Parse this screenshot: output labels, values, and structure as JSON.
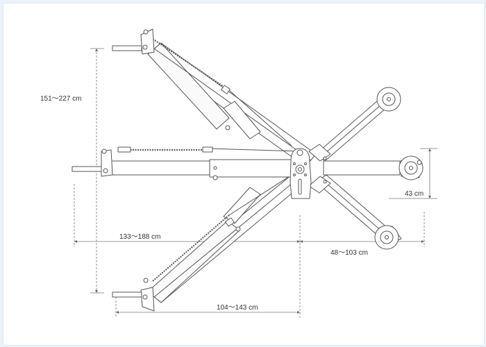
{
  "dimensions": {
    "height_range": "151～227 cm",
    "front_reach": "133～188 cm",
    "lower_reach": "104～143 cm",
    "rear_reach": "48～103 cm",
    "wheel_height": "43 cm"
  },
  "colors": {
    "line": "#555555",
    "dim": "#777777",
    "background": "#eaf3fa",
    "panel": "#ffffff"
  }
}
